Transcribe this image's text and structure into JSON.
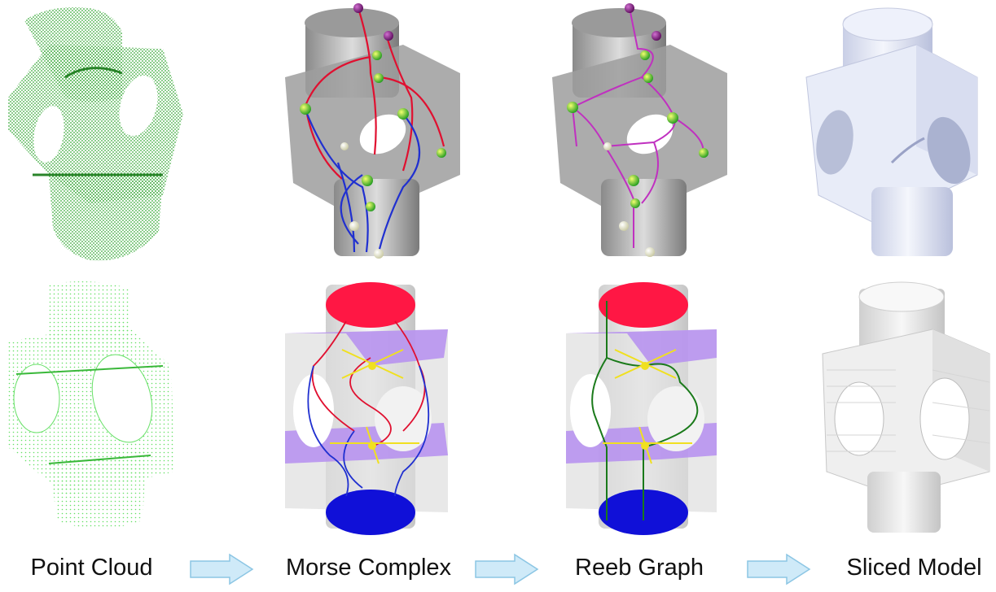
{
  "stages": [
    {
      "id": "point-cloud",
      "label": "Point Cloud"
    },
    {
      "id": "morse-complex",
      "label": "Morse Complex"
    },
    {
      "id": "reeb-graph",
      "label": "Reeb Graph"
    },
    {
      "id": "sliced-model",
      "label": "Sliced Model"
    }
  ],
  "colors": {
    "point_cloud_dark": "#2fa52f",
    "point_cloud_light": "#66e066",
    "maximum": "#ff1744",
    "minimum": "#1010d8",
    "saddle_plane": "#b58ef0",
    "morse_red": "#e01030",
    "morse_blue": "#2030d0",
    "reeb_magenta": "#c030c0",
    "reeb_green": "#1a7a1a",
    "arrow_fill": "#cfeaf8",
    "arrow_stroke": "#8cc6e4",
    "sliced_model": "#e4e8f4"
  }
}
